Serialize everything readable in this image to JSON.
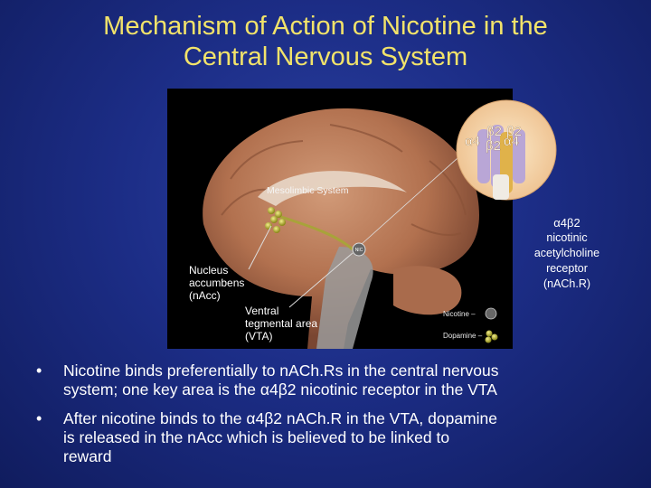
{
  "slide": {
    "title_line1": "Mechanism of Action of Nicotine in the",
    "title_line2": "Central Nervous System"
  },
  "figure": {
    "mesolimbic_label": "Mesolimbic System",
    "nac_label_1": "Nucleus",
    "nac_label_2": "accumbens",
    "nac_label_3": "(nAcc)",
    "vta_label_1": "Ventral",
    "vta_label_2": "tegmental area",
    "vta_label_3": "(VTA)",
    "nic_marker": "NIC",
    "legend_nicotine": "Nicotine –",
    "legend_dopamine": "Dopamine –",
    "receptor_a4_left": "α4",
    "receptor_b2_top_left": "β2",
    "receptor_b2_top_right": "β2",
    "receptor_b2_center": "β2",
    "receptor_a4_right": "α4"
  },
  "caption": {
    "line1": "α4β2",
    "line2": "nicotinic",
    "line3": "acetylcholine",
    "line4": "receptor",
    "line5": "(nACh.R)"
  },
  "bullets": {
    "marker": "•",
    "item1_line1": "Nicotine binds preferentially to nACh.Rs in the central nervous",
    "item1_line2": "system; one key area is the α4β2 nicotinic receptor in the VTA",
    "item2_line1": "After nicotine binds to the α4β2 nACh.R in the VTA, dopamine",
    "item2_line2": "is released in the nAcc which is believed to be linked to",
    "item2_line3": "reward"
  },
  "colors": {
    "background": "#1c2d86",
    "title": "#f2e36a",
    "text": "#ffffff",
    "brain": "#b97a5a",
    "receptor_circle": "#f4d8a8",
    "dopamine_dot": "#c9c23a"
  }
}
